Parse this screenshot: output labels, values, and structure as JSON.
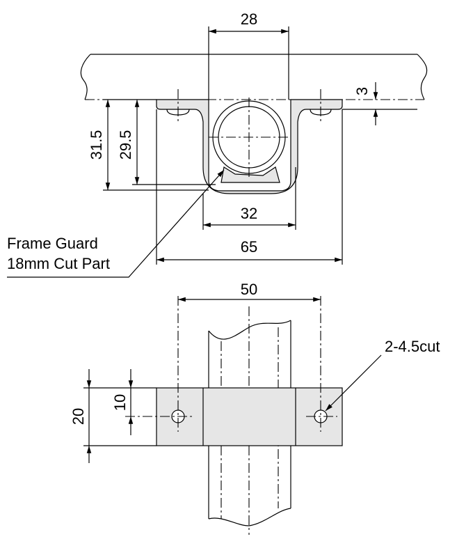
{
  "dimensions": {
    "top_width": "28",
    "flange_thickness": "3",
    "height_outer": "31.5",
    "height_inner": "29.5",
    "u_width": "32",
    "total_width": "65",
    "hole_pitch": "50",
    "plate_height": "20",
    "hole_offset": "10"
  },
  "labels": {
    "part_line1": "Frame Guard",
    "part_line2": "18mm Cut Part",
    "hole_note": "2-4.5cut"
  },
  "colors": {
    "part_fill": "#e6e6e6",
    "line": "#000000"
  }
}
